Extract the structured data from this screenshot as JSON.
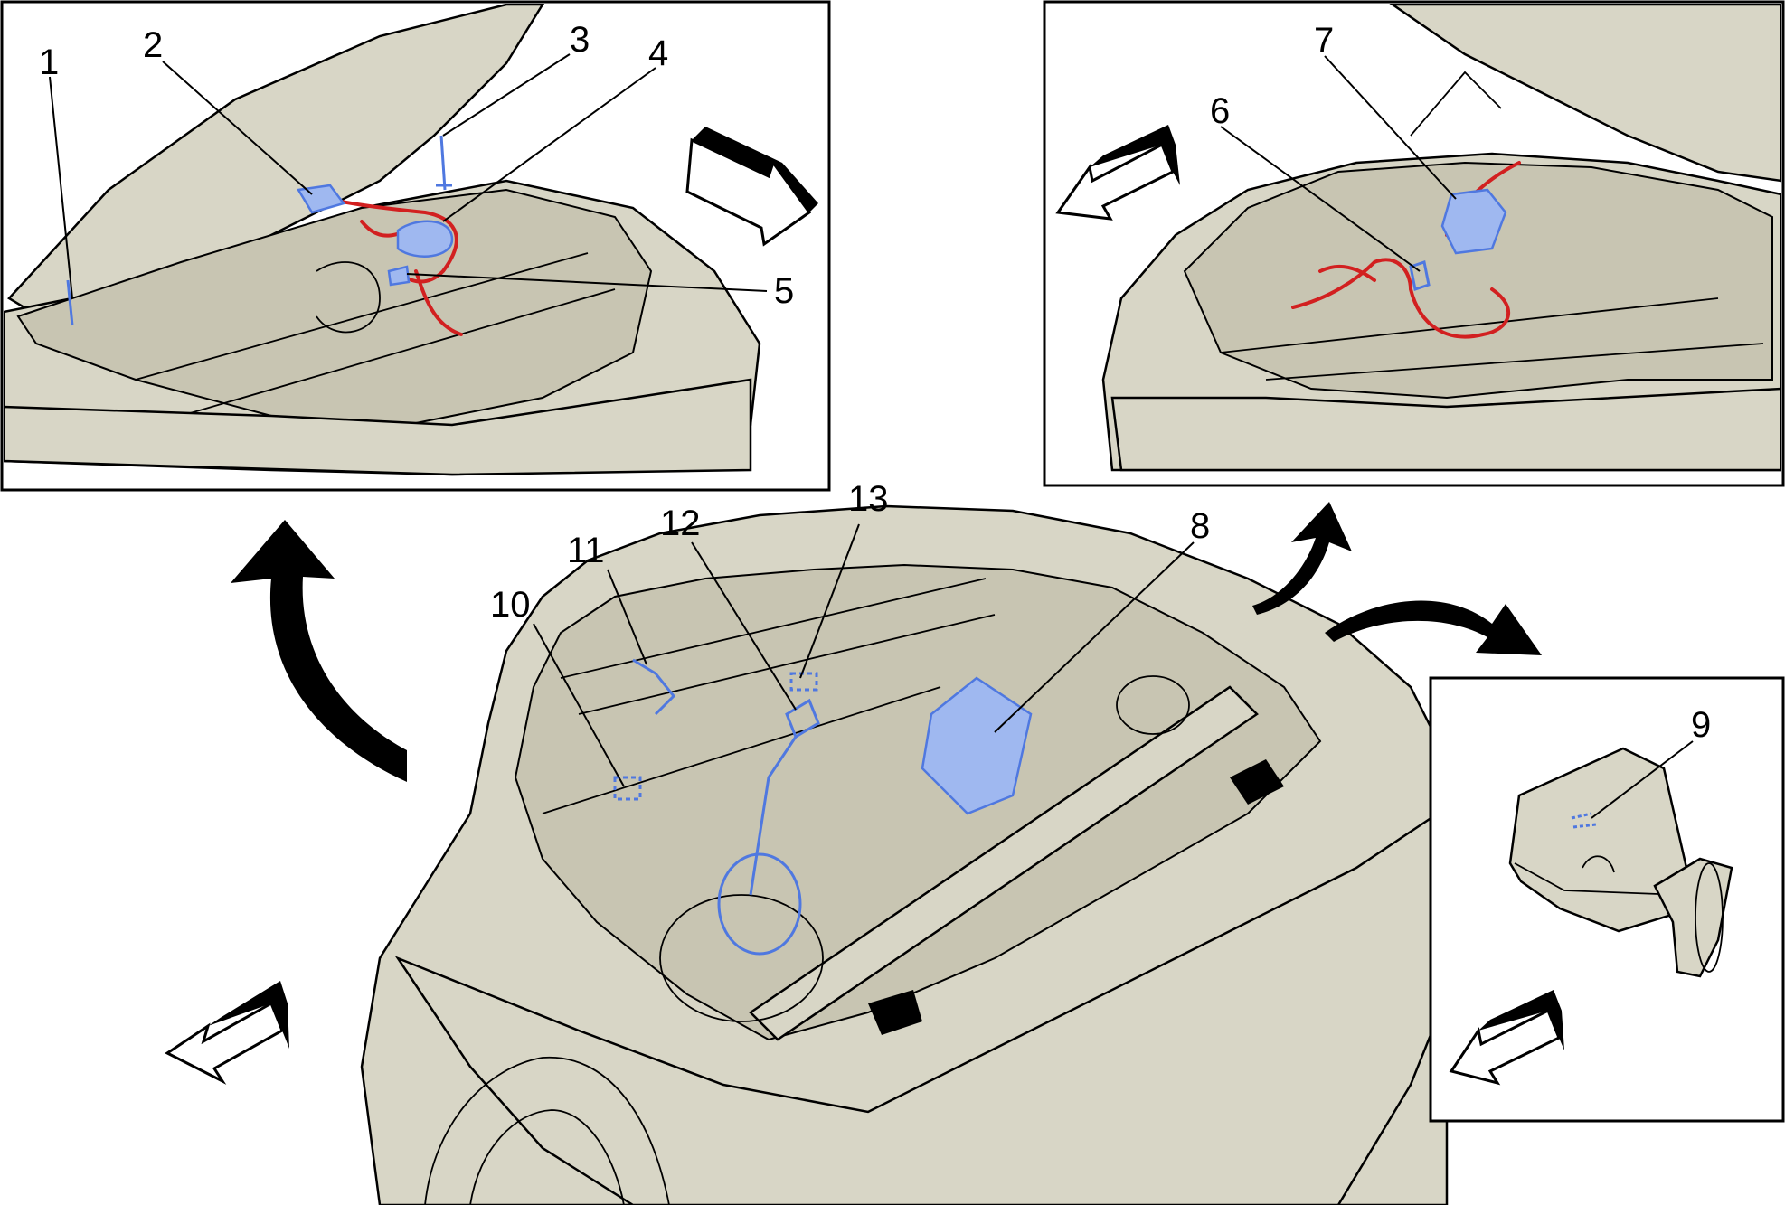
{
  "callouts": {
    "c1": "1",
    "c2": "2",
    "c3": "3",
    "c4": "4",
    "c5": "5",
    "c6": "6",
    "c7": "7",
    "c8": "8",
    "c9": "9",
    "c10": "10",
    "c11": "11",
    "c12": "12",
    "c13": "13"
  },
  "colors": {
    "background": "#ffffff",
    "vehicle_fill": "#d8d6c6",
    "highlight_component": "#9fb8f0",
    "highlight_outline": "#4f78e0",
    "wiring_harness": "#d22020",
    "outline": "#000000"
  }
}
